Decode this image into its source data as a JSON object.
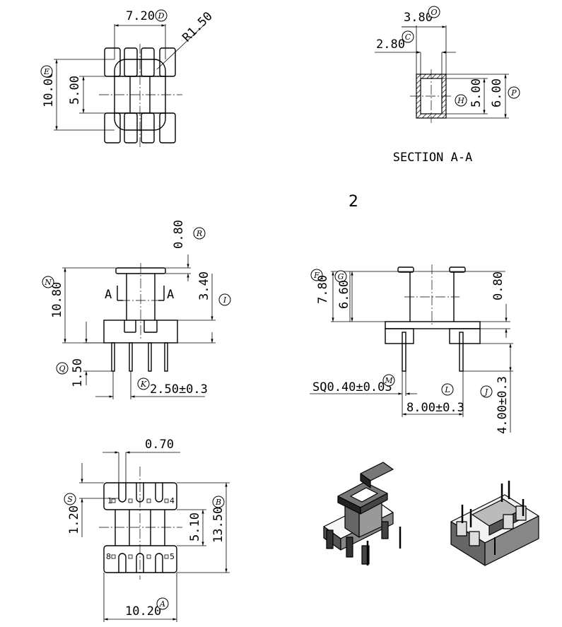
{
  "top_view": {
    "width_dim": "7.20",
    "width_ref": "D",
    "radius_dim": "R1.50",
    "height_dim": "10.00",
    "height_ref": "E",
    "inner_dim": "5.00"
  },
  "section": {
    "outer_dim": "3.80",
    "outer_ref": "O",
    "inner_dim": "2.80",
    "inner_ref": "C",
    "inner_h_dim": "5.00",
    "inner_h_ref": "H",
    "outer_h_dim": "6.00",
    "outer_h_ref": "P",
    "title": "SECTION A-A"
  },
  "variant_number": "2",
  "front_view": {
    "flange_dim": "0.80",
    "flange_ref": "R",
    "total_h_dim": "10.80",
    "total_h_ref": "N",
    "upper_dim": "3.40",
    "upper_ref": "I",
    "section_mark": "A",
    "pin_len_dim": "1.50",
    "pin_len_ref": "Q",
    "pitch_dim": "2.50±0.3",
    "pitch_ref": "K"
  },
  "side_view": {
    "h1_dim": "7.80",
    "h1_ref": "F",
    "h2_dim": "6.60",
    "h2_ref": "G",
    "flange_dim": "0.80",
    "pin_dim": "SQ0.40±0.03",
    "pin_ref": "M",
    "row_ref": "L",
    "row_dim": "8.00±0.3",
    "pin_h_ref": "J",
    "pin_h_dim": "4.00±0.3"
  },
  "bottom_view": {
    "slot_dim": "0.70",
    "s_ref": "S",
    "s_dim": "1.20",
    "b_ref": "B",
    "b_dim": "13.50",
    "mid_dim": "5.10",
    "width_dim": "10.20",
    "width_ref": "A",
    "pins_top": [
      "1",
      "4"
    ],
    "pins_bottom": [
      "8",
      "5"
    ]
  }
}
